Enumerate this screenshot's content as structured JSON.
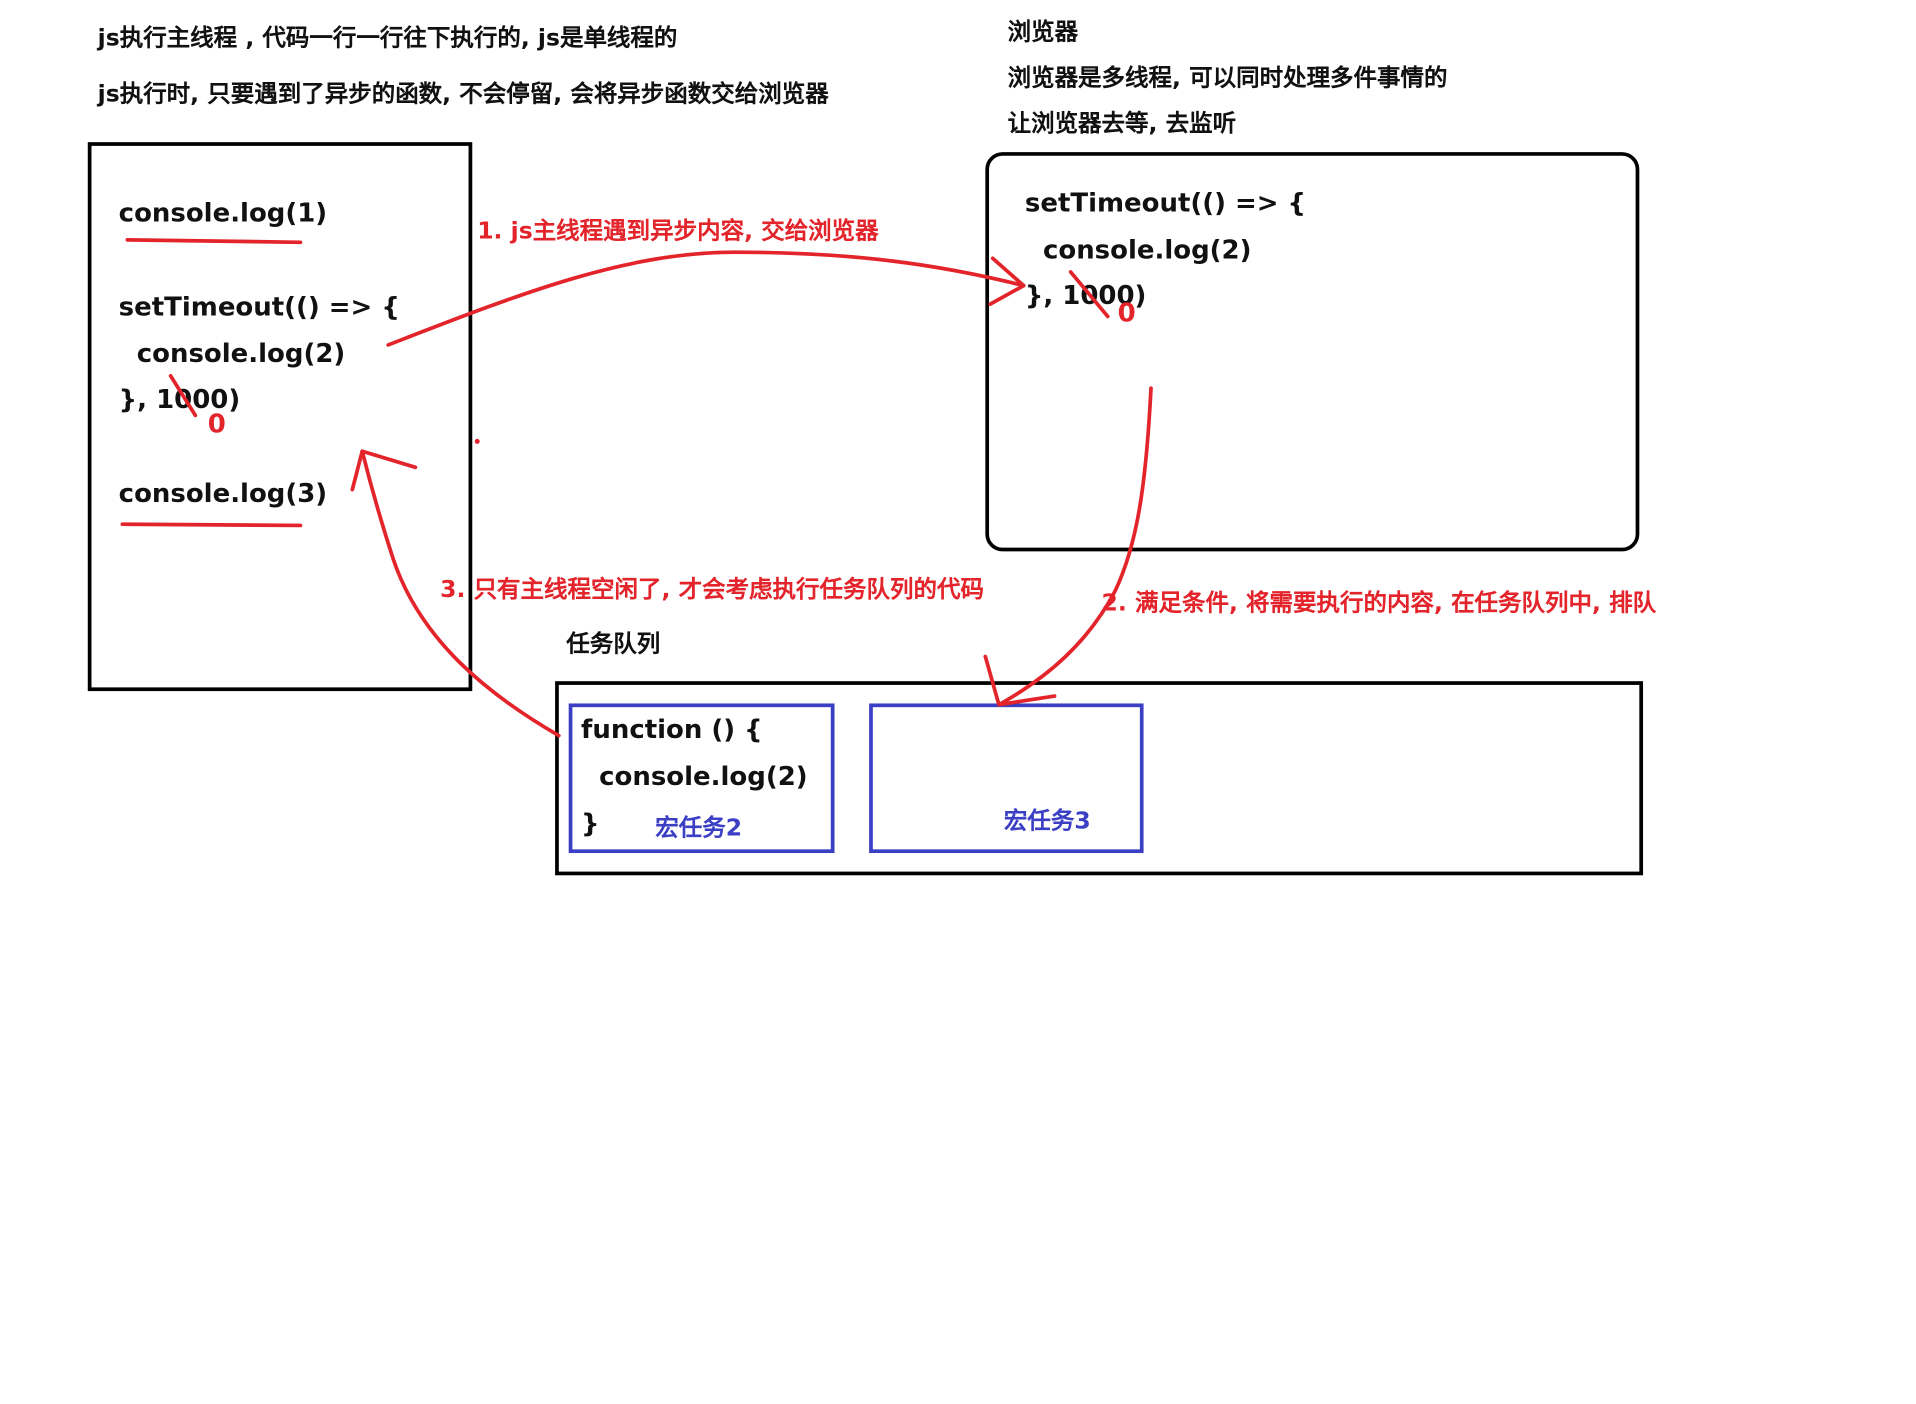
{
  "top_left_notes": [
    "js执行主线程 , 代码一行一行往下执行的, js是单线程的",
    "js执行时, 只要遇到了异步的函数, 不会停留, 会将异步函数交给浏览器"
  ],
  "browser_notes": {
    "title": "浏览器",
    "lines": [
      "浏览器是多线程, 可以同时处理多件事情的",
      "让浏览器去等, 去监听"
    ]
  },
  "main_thread_code": {
    "line1": "console.log(1)",
    "line2": "setTimeout(() => {",
    "line3": "  console.log(2)",
    "line4": "}, 1000)",
    "line5": "console.log(3)",
    "correction": "0"
  },
  "browser_code": {
    "line1": "setTimeout(() => {",
    "line2": "  console.log(2)",
    "line3": "}, 1000)",
    "correction": "0"
  },
  "steps": {
    "step1": "1. js主线程遇到异步内容, 交给浏览器",
    "step2": "2. 满足条件, 将需要执行的内容, 在任务队列中, 排队",
    "step3": "3. 只有主线程空闲了, 才会考虑执行任务队列的代码"
  },
  "task_queue": {
    "title": "任务队列",
    "task1": {
      "line1": "function () {",
      "line2": "  console.log(2)",
      "line3": "}",
      "label": "宏任务2"
    },
    "task2": {
      "label": "宏任务3"
    }
  },
  "colors": {
    "ink_red": "#e3242b",
    "box_blue": "#3b3fc4",
    "box_black": "#000000"
  }
}
